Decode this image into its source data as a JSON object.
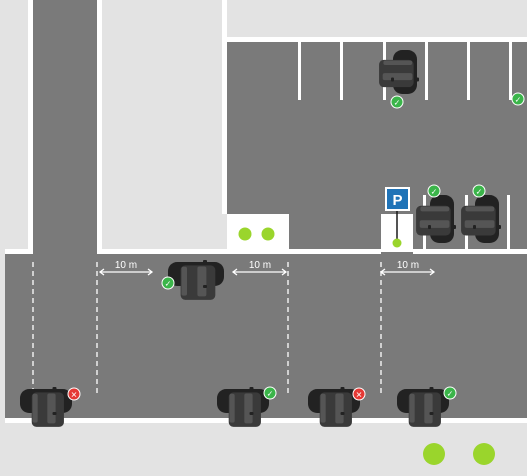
{
  "distances": {
    "left": "10 m",
    "middle": "10 m",
    "right": "10 m"
  },
  "sign": {
    "letter": "P"
  },
  "status_symbols": {
    "ok": "✓",
    "not_ok": "✕"
  },
  "colors": {
    "asphalt": "#7a7a7a",
    "pavement": "#e3e3e3",
    "marking": "#ffffff",
    "car": "#222222",
    "ok": "#3bb54a",
    "not_ok": "#e53935",
    "sign_blue": "#1f73b7",
    "tree_green": "#9ad52c"
  },
  "icons": {
    "ok": "check-badge-icon",
    "not_ok": "cross-badge-icon",
    "tree": "tree-icon",
    "parking_sign": "parking-sign-icon",
    "car": "car-icon"
  }
}
